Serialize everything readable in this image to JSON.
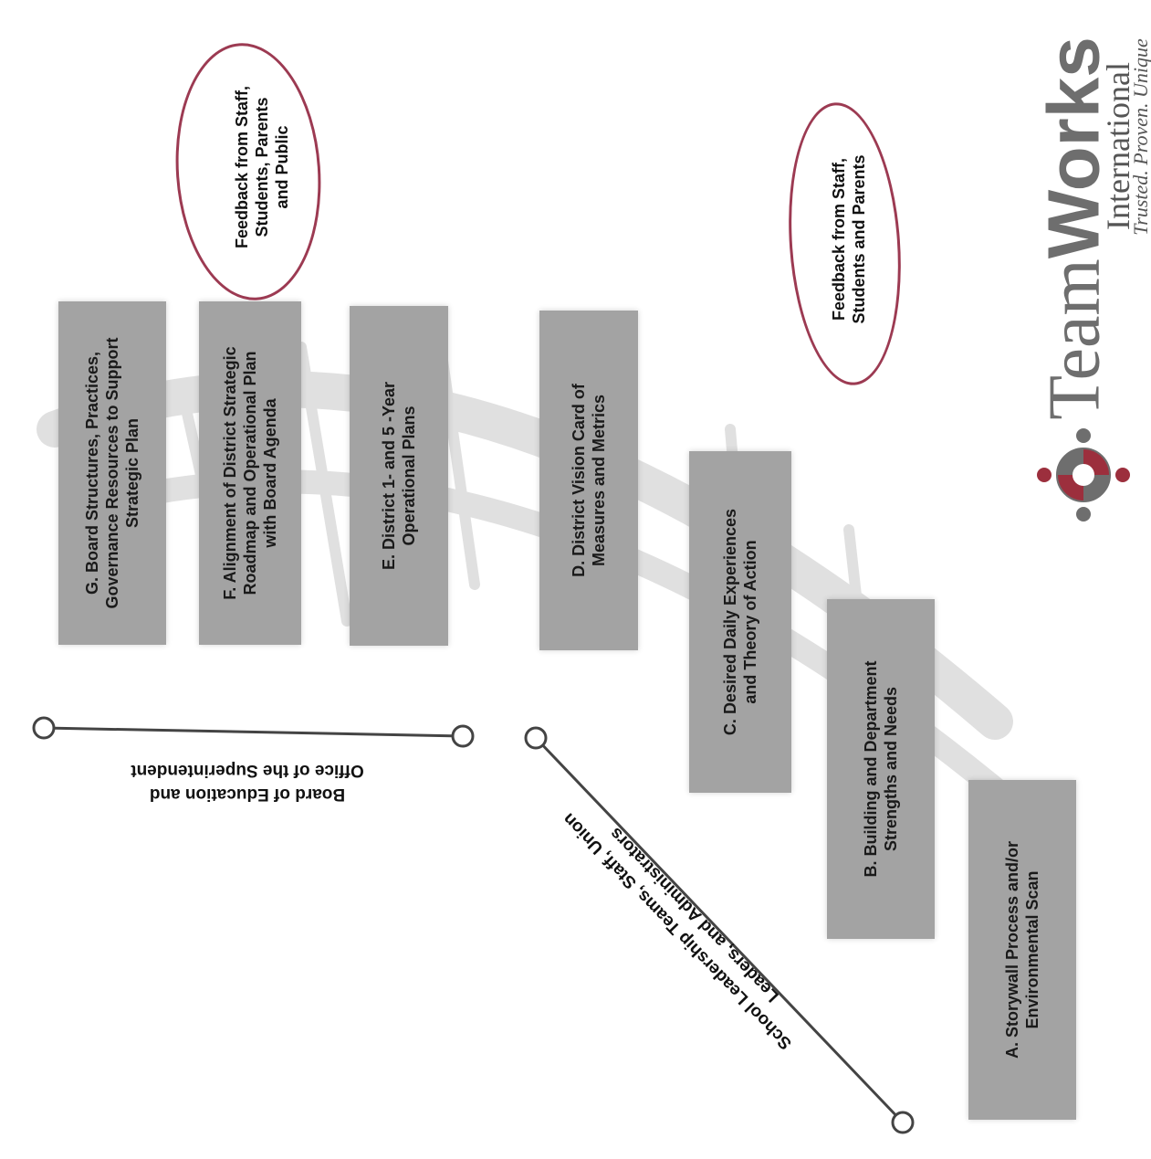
{
  "boxes": [
    {
      "id": "G",
      "label": "G. Board Structures, Practices,\nGovernance Resources to Support\nStrategic Plan"
    },
    {
      "id": "F",
      "label": "F. Alignment of District Strategic\nRoadmap and Operational Plan\nwith Board Agenda"
    },
    {
      "id": "E",
      "label": "E. District 1- and 5 -Year\nOperational Plans"
    },
    {
      "id": "D",
      "label": "D. District Vision Card of\nMeasures and Metrics"
    },
    {
      "id": "C",
      "label": "C. Desired Daily Experiences\nand Theory of Action"
    },
    {
      "id": "B",
      "label": "B. Building and Department\nStrengths and Needs"
    },
    {
      "id": "A",
      "label": "A. Storywall Process and/or\nEnvironmental Scan"
    }
  ],
  "feedback": {
    "upper": "Feedback from Staff,\nStudents, Parents\nand Public",
    "lower": "Feedback from Staff,\nStudents and Parents"
  },
  "leads": {
    "board": "Board of Education and\nOffice of the Superintendent",
    "school": "School Leadership Teams, Staff, Union\nLeaders, and Administrators"
  },
  "logo": {
    "name_part1": "Team",
    "name_part2": "Works",
    "subtitle": "International",
    "tagline": "Trusted. Proven. Unique"
  },
  "colors": {
    "box": "#a3a3a3",
    "oval": "#9c3a52",
    "logo_red": "#9c2f3d",
    "logo_gray": "#6e6e6e"
  }
}
